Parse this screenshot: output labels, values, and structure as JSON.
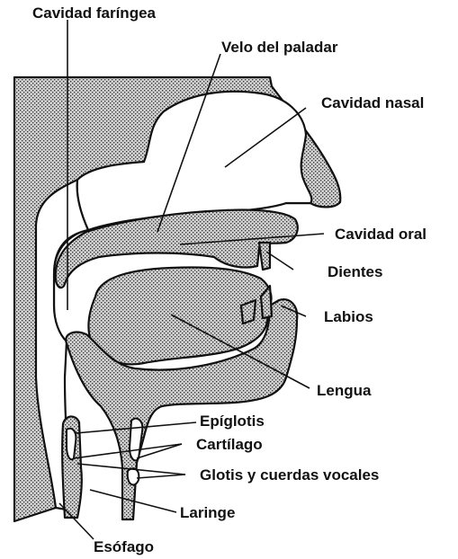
{
  "labels": {
    "cavidad_faringea": "Cavidad faríngea",
    "velo_paladar": "Velo del paladar",
    "cavidad_nasal": "Cavidad nasal",
    "cavidad_oral": "Cavidad oral",
    "dientes": "Dientes",
    "labios": "Labios",
    "lengua": "Lengua",
    "epiglotis": "Epíglotis",
    "cartilago": "Cartílago",
    "glotis": "Glotis y cuerdas vocales",
    "laringe": "Laringe",
    "esofago": "Esófago"
  },
  "colors": {
    "ink": "#111111",
    "stipple_bg": "#c9c9c9",
    "paper": "#ffffff"
  }
}
